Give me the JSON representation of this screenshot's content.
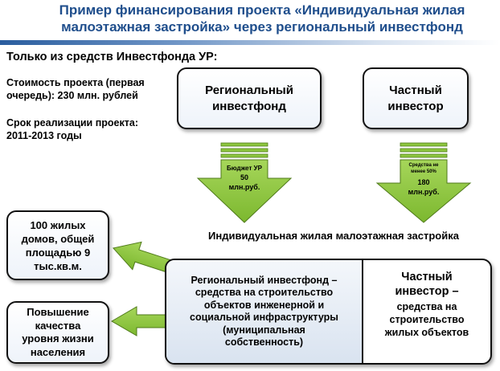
{
  "header": {
    "title_line1": "Пример финансирования проекта «Индивидуальная жилая",
    "title_line2": "малоэтажная застройка» через региональный инвестфонд"
  },
  "subheading": "Только из средств Инвестфонда УР:",
  "info": {
    "cost_line1": "Стоимость проекта (первая",
    "cost_line2": "очередь): 230 млн. рублей",
    "term_line1": "Срок реализации проекта:",
    "term_line2": "2011-2013 годы"
  },
  "sources": {
    "regional_fund_line1": "Региональный",
    "regional_fund_line2": "инвестфонд",
    "private_investor_line1": "Частный",
    "private_investor_line2": "инвестор"
  },
  "arrows": {
    "left_line1": "Бюджет УР",
    "left_line2": "50",
    "left_line3": "млн.руб.",
    "right_line1": "Средства не",
    "right_line2": "менее 50%",
    "right_line3": "180",
    "right_line4": "млн.руб."
  },
  "project_label": "Индивидуальная жилая малоэтажная застройка",
  "bottom": {
    "left_line1": "Региональный инвестфонд –",
    "left_line2": "средства на строительство",
    "left_line3": "объектов инженерной и",
    "left_line4": "социальной инфраструктуры",
    "left_line5": "(муниципальная",
    "left_line6": "собственность)",
    "right_line1": "Частный",
    "right_line2": "инвестор –",
    "right_line3": "средства на",
    "right_line4": "строительство",
    "right_line5": "жилых объектов"
  },
  "results": {
    "houses_line1": "100 жилых",
    "houses_line2": "домов, общей",
    "houses_line3": "площадью 9",
    "houses_line4": "тыс.кв.м.",
    "quality_line1": "Повышение",
    "quality_line2": "качества",
    "quality_line3": "уровня жизни",
    "quality_line4": "населения"
  },
  "colors": {
    "title": "#1f4e8c",
    "arrow_fill": "#8dc63f",
    "box_border": "#111111"
  }
}
